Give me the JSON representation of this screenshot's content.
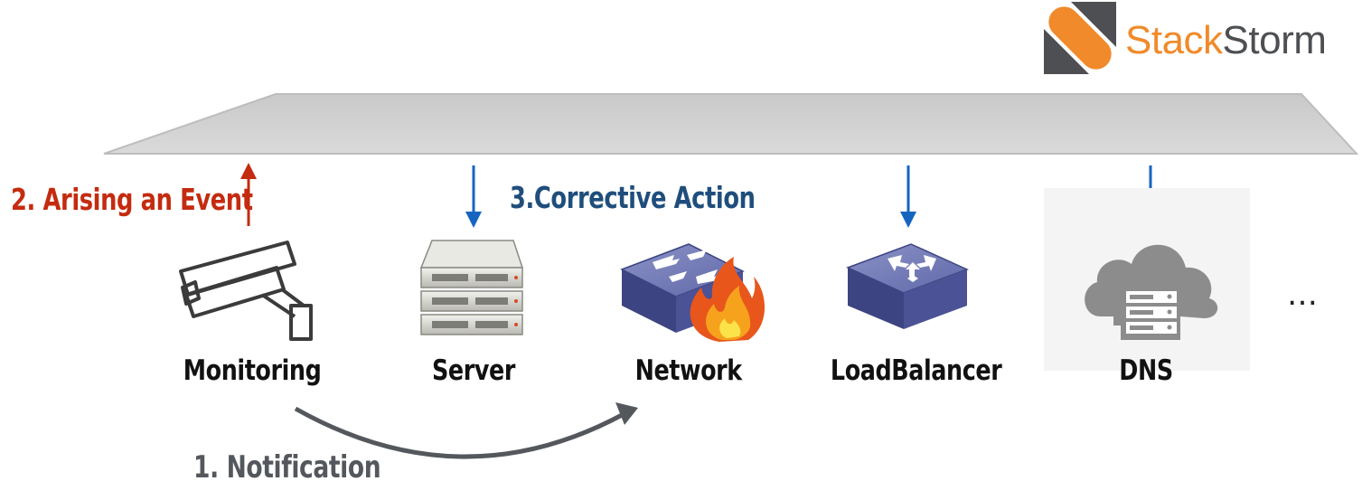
{
  "brand": {
    "name_part1": "Stack",
    "name_part2": "Storm",
    "accent": "#f08a2a",
    "dark": "#4d4f53"
  },
  "colors": {
    "event": "#c42b0f",
    "action": "#1565c0",
    "action_text": "#1f4e7c",
    "notification": "#54585d",
    "platform": "#d3d3d3"
  },
  "nodes": [
    {
      "label": "Monitoring",
      "icon": "security-camera-icon"
    },
    {
      "label": "Server",
      "icon": "server-rack-icon"
    },
    {
      "label": "Network",
      "icon": "network-firewall-icon"
    },
    {
      "label": "LoadBalancer",
      "icon": "load-balancer-icon"
    },
    {
      "label": "DNS",
      "icon": "cloud-server-icon"
    }
  ],
  "ellipsis": "…",
  "steps": {
    "notification": "1. Notification",
    "event": "2. Arising an Event",
    "action": "3.Corrective Action"
  }
}
